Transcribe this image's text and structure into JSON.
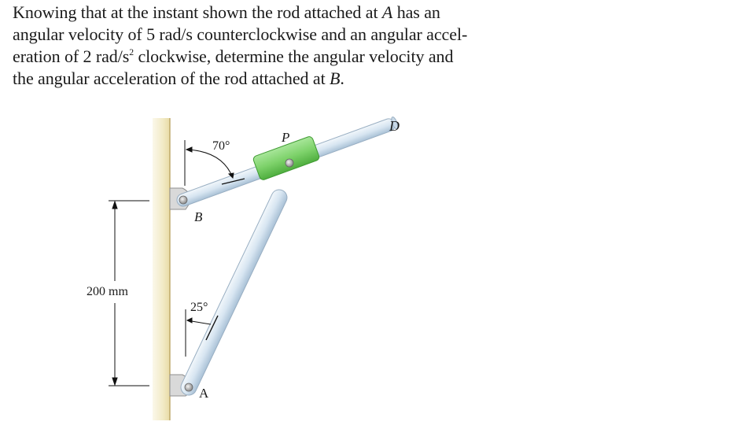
{
  "problem": {
    "lines": [
      "Knowing that at the instant shown the rod attached at ",
      "angular velocity of 5 rad/s counterclockwise and an angular accel-",
      "eration of 2 rad/s",
      "the angular acceleration of the rod attached at "
    ],
    "point_A": "A",
    "tail_1": " has an",
    "sup_2": "2",
    "tail_3": " clockwise, determine the angular velocity and",
    "point_B": "B",
    "tail_4": ".",
    "angular_velocity_A": "5 rad/s counterclockwise",
    "angular_acceleration_A": "2 rad/s² clockwise"
  },
  "figure": {
    "labels": {
      "D": "D",
      "P": "P",
      "B": "B",
      "A": "A",
      "angle_top": "70°",
      "angle_bottom": "25°",
      "dimension": "200 mm"
    },
    "colors": {
      "wall": "#efe6bf",
      "wall_edge": "#b9a15c",
      "rod": "#d8e6f2",
      "rod_edge": "#9db3c7",
      "collar": "#7fd36b",
      "collar_edge": "#4ea63c",
      "bracket": "#d4d4d4"
    }
  }
}
